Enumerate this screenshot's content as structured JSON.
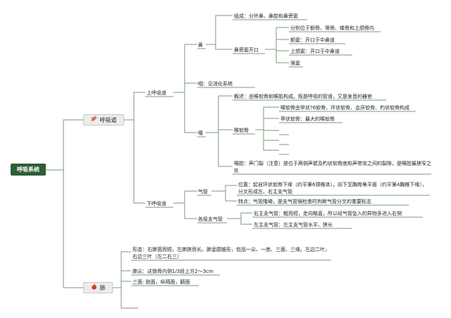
{
  "root": "呼吸系统",
  "respiratory_tract": {
    "label": "呼吸道",
    "upper": {
      "label": "上呼吸道",
      "nose": {
        "label": "鼻",
        "composition": "组成：分外鼻、鼻腔和鼻旁窦",
        "sinus": {
          "label": "鼻旁窦开口",
          "items": [
            "分别位于额骨、筛骨、蝶骨和上颌骨内",
            "额窦：开口于中鼻道",
            "上颌窦：开口于中鼻道",
            "筛窦"
          ]
        }
      },
      "pharynx": "咽：见消化系统",
      "larynx": {
        "label": "喉",
        "overview": "概述：由喉软骨和喉肌构成。既是呼吸的管道，又是发音的器官",
        "cartilage": {
          "label": "喉软骨",
          "items": [
            "喉软骨由甲状?6软骨、环状软骨、会厌软骨、杓状软骨构成",
            "甲状软骨：最大的喉软骨",
            "",
            "",
            ""
          ]
        },
        "cavity": "喉腔：声门裂（注意）是位于两侧声襞及杓状软骨底和声带突之间的裂隙，是喉腔最狭窄之处"
      }
    },
    "lower": {
      "label": "下呼吸道",
      "trachea": {
        "label": "气管",
        "position": "位置：起自环状软骨下缘（约平第6颈椎体），向下至胸骨角平面（约平第4胸椎下缘），分叉形成左、右主支气管",
        "feature": "特点：气管隆嵴，是支气管镜检查时判断气管分叉的重要标志"
      },
      "bronchi": {
        "label": "各级支气管",
        "right": "右主支气管：粗而短，走向略直，所以经气管坠入的异物多进入右侧",
        "left": "左主支气管：左主支气管水平、狭长"
      }
    }
  },
  "lung": {
    "label": "肺",
    "shape": "形态：右肺宽而短，左肺狭而长。肺呈圆锥形，包括一尖、一底、三面、三缘。左边二叶，右边三叶（左二右三）",
    "apex": "肺尖：达锁骨内侧1/3段上方2～3cm",
    "surfaces": "三面: 肋面，纵隔面，膈面"
  },
  "colors": {
    "line": "#7a9a7a",
    "root": "#2e5e35",
    "icon_red": "#d23a2a"
  },
  "icons": {
    "respiratory": "wind-icon",
    "lung": "fire-icon"
  }
}
